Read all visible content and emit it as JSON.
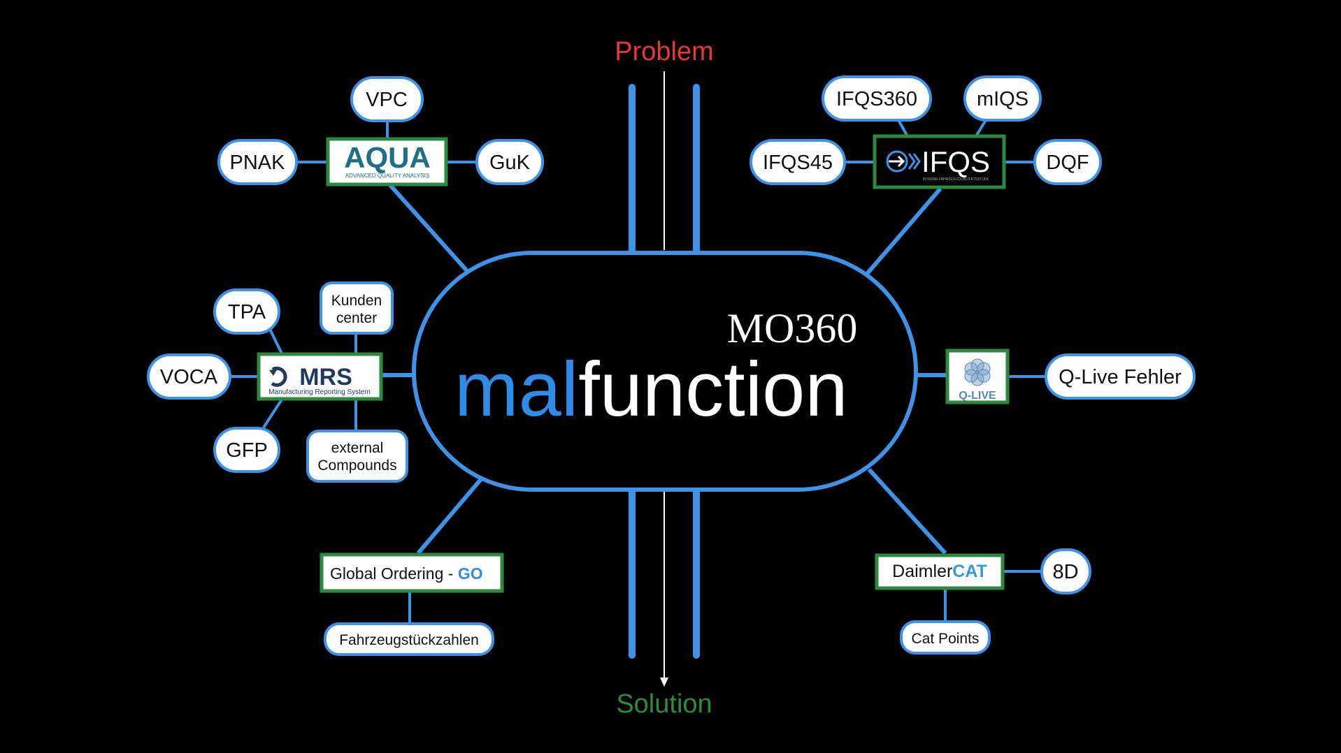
{
  "flow": {
    "top_label": "Problem",
    "bottom_label": "Solution"
  },
  "center": {
    "subtitle": "MO360",
    "title_prefix": "mal",
    "title_suffix": "function"
  },
  "clusters": {
    "aqua": {
      "logo": "AQUA",
      "logo_sub": "ADVANCED QUALITY ANALYSIS",
      "satellites": [
        "VPC",
        "PNAK",
        "GuK"
      ]
    },
    "ifqs": {
      "logo": "IFQS",
      "logo_sub": "INTERNE FAHRZEUGQUALITÄTSSTUFE",
      "satellites": [
        "IFQS360",
        "mIQS",
        "IFQS45",
        "DQF"
      ]
    },
    "omrs": {
      "logo": "MRS",
      "logo_sub": "Manufacturing Reporting System",
      "satellites": [
        "TPA",
        "VOCA",
        "GFP"
      ],
      "kunden": [
        "Kunden",
        "center"
      ],
      "external": [
        "external",
        "Compounds"
      ]
    },
    "qlive": {
      "logo": "Q-LIVE",
      "satellite": "Q-Live Fehler"
    },
    "go": {
      "label": "Global Ordering - ",
      "accent": "GO",
      "satellite": "Fahrzeugstückzahlen"
    },
    "cat": {
      "prefix": "Daimler",
      "accent": "CAT",
      "satellites": [
        "8D",
        "Cat Points"
      ]
    }
  },
  "colors": {
    "accent_blue": "#3d93e8",
    "green": "#2b8a3e",
    "problem_red": "#e53935",
    "solution_green": "#2e8b3a",
    "aqua_teal": "#1f6f86"
  }
}
